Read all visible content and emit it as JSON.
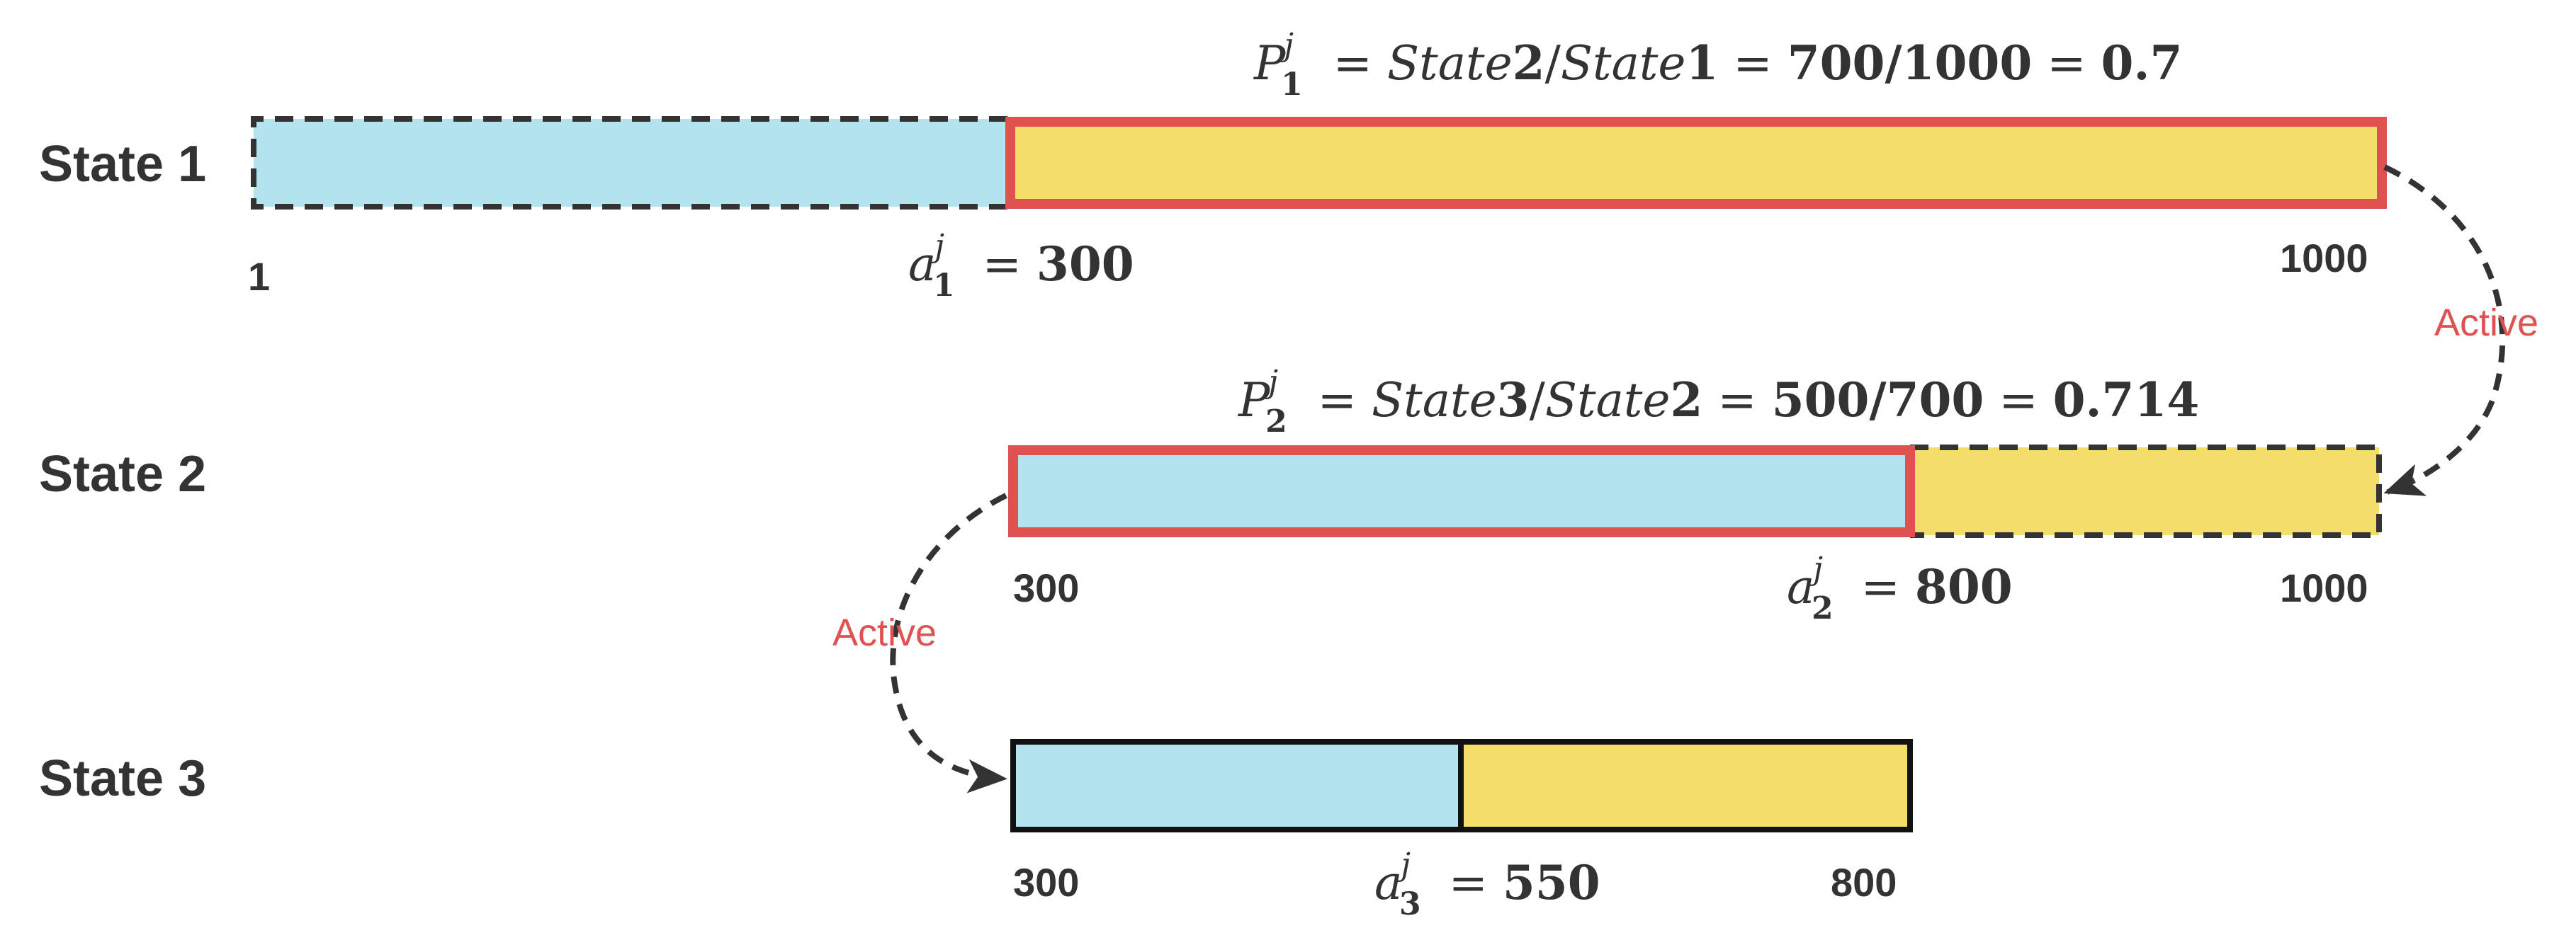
{
  "colors": {
    "blue_fill": "#b3e3ef",
    "yellow_fill": "#f5dd6b",
    "red_border": "#e05252",
    "dark": "#333333",
    "active_text": "#e05252"
  },
  "states": [
    {
      "label": "State 1",
      "start_label": "1",
      "end_label": "1000",
      "split_var": "a",
      "split_sub": "1",
      "split_sup": "j",
      "split_value": "300",
      "formula": {
        "var": "P",
        "sub": "1",
        "sup": "j",
        "num_name": "State",
        "num_idx": "2",
        "den_name": "State",
        "den_idx": "1",
        "ratio": "700/1000",
        "result": "0.7"
      }
    },
    {
      "label": "State 2",
      "start_label": "300",
      "end_label": "1000",
      "split_var": "a",
      "split_sub": "2",
      "split_sup": "j",
      "split_value": "800",
      "formula": {
        "var": "P",
        "sub": "2",
        "sup": "j",
        "num_name": "State",
        "num_idx": "3",
        "den_name": "State",
        "den_idx": "2",
        "ratio": "500/700",
        "result": "0.714"
      }
    },
    {
      "label": "State 3",
      "start_label": "300",
      "end_label": "800",
      "split_var": "a",
      "split_sub": "3",
      "split_sup": "j",
      "split_value": "550"
    }
  ],
  "arrows": [
    {
      "label": "Active"
    },
    {
      "label": "Active"
    }
  ]
}
